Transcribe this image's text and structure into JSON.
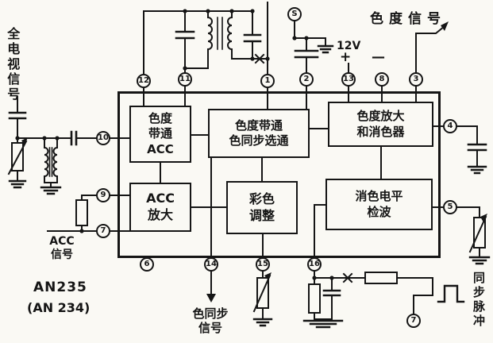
{
  "part": {
    "name": "AN235",
    "alt": "(AN 234)"
  },
  "blocks": {
    "chroma_bandpass_acc": {
      "l1": "色度",
      "l2": "带通",
      "l3": "ACC"
    },
    "burst_gate": {
      "l1": "色度带通",
      "l2": "色同步选通"
    },
    "chroma_amp_killer": {
      "l1": "色度放大",
      "l2": "和消色器"
    },
    "acc_amp": {
      "l1": "ACC",
      "l2": "放大"
    },
    "color_adjust": {
      "l1": "彩色",
      "l2": "调整"
    },
    "killer_level_det": {
      "l1": "消色电平",
      "l2": "检波"
    }
  },
  "labels": {
    "full_tv_signal": "全电视信号",
    "chroma_signal": "色度信号",
    "supply_voltage": "12V",
    "supply_plus": "+",
    "supply_minus": "—",
    "acc_signal_l1": "ACC",
    "acc_signal_l2": "信号",
    "burst_signal_l1": "色同步",
    "burst_signal_l2": "信号",
    "sync_pulse": "同步脉冲"
  },
  "pins": {
    "p12": "12",
    "p11": "11",
    "p1": "1",
    "p2": "2",
    "p13": "13",
    "p8": "8",
    "p3": "3",
    "p10": "10",
    "p9": "9",
    "p7": "7",
    "p4": "4",
    "p5": "5",
    "p6": "6",
    "p14": "14",
    "p15": "15",
    "p16": "16",
    "s": "S",
    "p7b": "7"
  }
}
